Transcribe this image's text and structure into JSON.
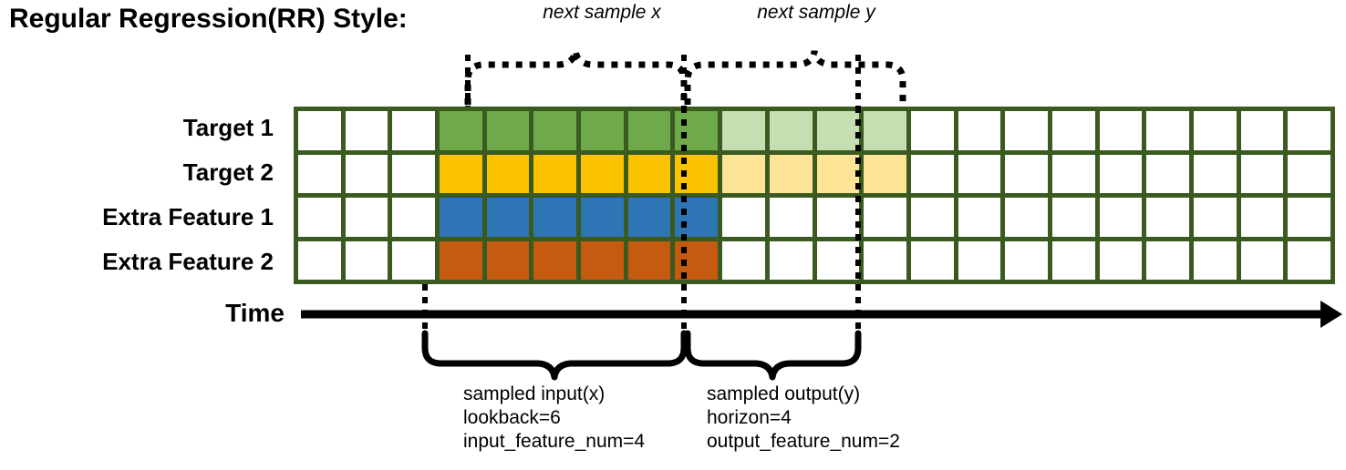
{
  "title": "Regular Regression(RR) Style:",
  "rows": [
    {
      "label": "Target 1",
      "name": "row-target-1"
    },
    {
      "label": "Target 2",
      "name": "row-target-2"
    },
    {
      "label": "Extra Feature 1",
      "name": "row-extra-feature-1"
    },
    {
      "label": "Extra Feature 2",
      "name": "row-extra-feature-2"
    }
  ],
  "axis": {
    "label": "Time"
  },
  "top_braces": [
    {
      "label": "next sample x",
      "name": "brace-next-sample-x"
    },
    {
      "label": "next sample y",
      "name": "brace-next-sample-y"
    }
  ],
  "bottom_annotations": [
    {
      "name": "annotation-sampled-input",
      "lines": [
        "sampled input(x)",
        "lookback=6",
        "input_feature_num=4"
      ]
    },
    {
      "name": "annotation-sampled-output",
      "lines": [
        "sampled output(y)",
        "horizon=4",
        "output_feature_num=2"
      ]
    }
  ],
  "colors": {
    "border": "#3a5a20",
    "green": "#6faa4a",
    "green_light": "#c6dfb2",
    "yellow": "#fbc200",
    "yellow_light": "#fee496",
    "blue": "#2e75b6",
    "orange": "#c55a11",
    "empty": "#ffffff"
  },
  "chart_data": {
    "type": "heatmap",
    "title": "Regular Regression(RR) Style:",
    "columns": 22,
    "rows": 4,
    "row_names": [
      "Target 1",
      "Target 2",
      "Extra Feature 1",
      "Extra Feature 2"
    ],
    "lookback": 6,
    "horizon": 4,
    "input_feature_num": 4,
    "output_feature_num": 2,
    "input_start_col": 4,
    "input_end_col": 9,
    "output_start_col": 10,
    "output_end_col": 13,
    "grid": [
      [
        "empty",
        "empty",
        "empty",
        "green",
        "green",
        "green",
        "green",
        "green",
        "green",
        "green_light",
        "green_light",
        "green_light",
        "green_light",
        "empty",
        "empty",
        "empty",
        "empty",
        "empty",
        "empty",
        "empty",
        "empty",
        "empty"
      ],
      [
        "empty",
        "empty",
        "empty",
        "yellow",
        "yellow",
        "yellow",
        "yellow",
        "yellow",
        "yellow",
        "yellow_light",
        "yellow_light",
        "yellow_light",
        "yellow_light",
        "empty",
        "empty",
        "empty",
        "empty",
        "empty",
        "empty",
        "empty",
        "empty",
        "empty"
      ],
      [
        "empty",
        "empty",
        "empty",
        "blue",
        "blue",
        "blue",
        "blue",
        "blue",
        "blue",
        "empty",
        "empty",
        "empty",
        "empty",
        "empty",
        "empty",
        "empty",
        "empty",
        "empty",
        "empty",
        "empty",
        "empty",
        "empty"
      ],
      [
        "empty",
        "empty",
        "empty",
        "orange",
        "orange",
        "orange",
        "orange",
        "orange",
        "orange",
        "empty",
        "empty",
        "empty",
        "empty",
        "empty",
        "empty",
        "empty",
        "empty",
        "empty",
        "empty",
        "empty",
        "empty",
        "empty"
      ]
    ],
    "xlabel": "Time",
    "ylabel": "",
    "legend": []
  }
}
